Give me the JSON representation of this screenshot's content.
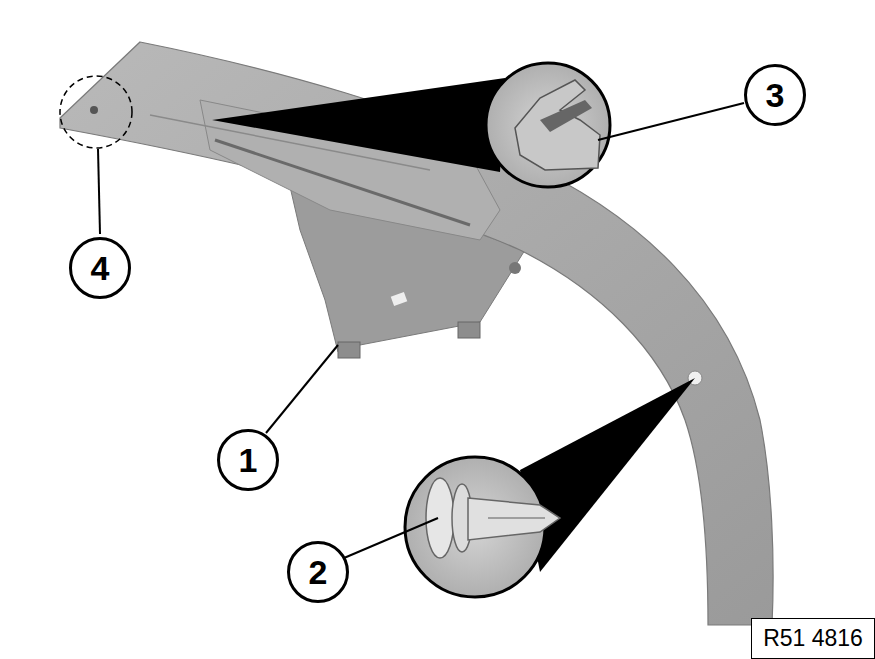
{
  "diagram": {
    "nodes": [
      {
        "text": [
          "3"
        ]
      },
      {
        "text": [
          "4"
        ]
      },
      {
        "text": [
          "1"
        ]
      },
      {
        "text": [
          "2"
        ]
      }
    ],
    "labels": [
      "R51 4816"
    ]
  }
}
